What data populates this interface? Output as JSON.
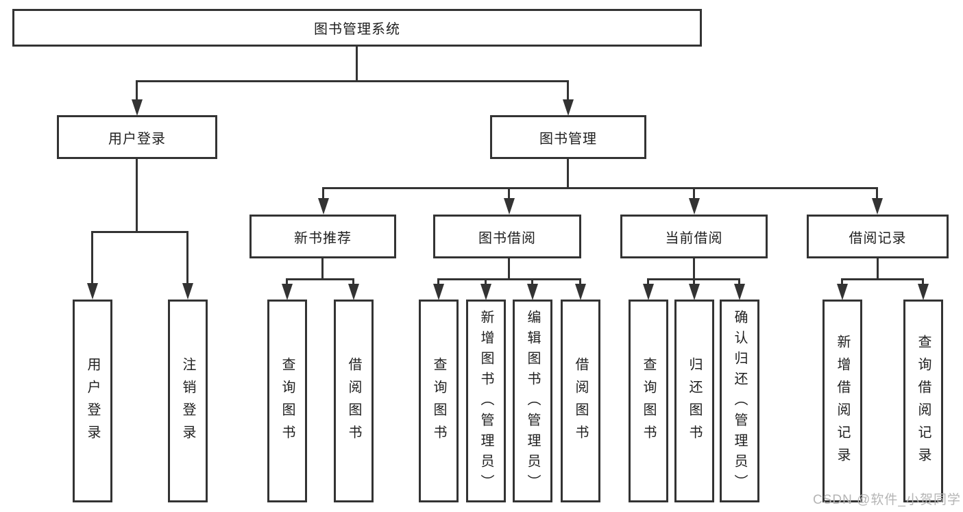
{
  "diagram": {
    "type": "hierarchy-tree",
    "colors": {
      "line": "#333333",
      "box_border": "#333333",
      "text": "#1f1f1f",
      "background": "#ffffff",
      "watermark": "#b5b5b5"
    },
    "tree": {
      "label": "图书管理系统",
      "children": [
        {
          "label": "用户登录",
          "children": [
            {
              "label": "用户登录"
            },
            {
              "label": "注销登录"
            }
          ]
        },
        {
          "label": "图书管理",
          "children": [
            {
              "label": "新书推荐",
              "children": [
                {
                  "label": "查询图书"
                },
                {
                  "label": "借阅图书"
                }
              ]
            },
            {
              "label": "图书借阅",
              "children": [
                {
                  "label": "查询图书"
                },
                {
                  "label": "新增图书（管理员）"
                },
                {
                  "label": "编辑图书（管理员）"
                },
                {
                  "label": "借阅图书"
                }
              ]
            },
            {
              "label": "当前借阅",
              "children": [
                {
                  "label": "查询图书"
                },
                {
                  "label": "归还图书"
                },
                {
                  "label": "确认归还（管理员）"
                }
              ]
            },
            {
              "label": "借阅记录",
              "children": [
                {
                  "label": "新增借阅记录"
                },
                {
                  "label": "查询借阅记录"
                }
              ]
            }
          ]
        }
      ]
    }
  },
  "watermark": {
    "text": "CSDN @软件_小贺同学"
  }
}
